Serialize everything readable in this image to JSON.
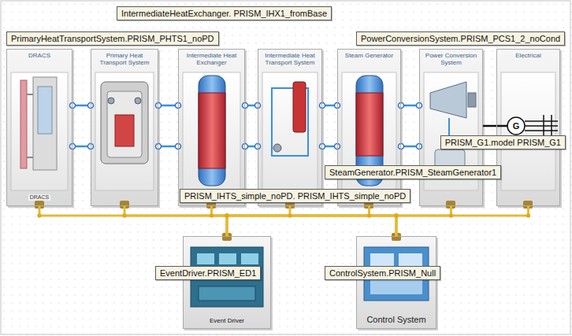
{
  "diagram": {
    "nodes": [
      {
        "text": [
          "IntermediateHeatExchanger. PRISM_IHX1_fromBase"
        ]
      },
      {
        "text": [
          "PrimaryHeatTransportSystem.PRISM_PHTS1_noPD"
        ]
      },
      {
        "text": [
          "PowerConversionSystem.PRISM_PCS1_2_noCond"
        ]
      },
      {
        "text": [
          "DRACS",
          "DRACS"
        ]
      },
      {
        "text": [
          "Primary Heat Transport System"
        ]
      },
      {
        "text": [
          "Intermediate Heat Exchanger"
        ]
      },
      {
        "text": [
          "Intermediate Heat Transport System",
          "Intermediate Heat"
        ]
      },
      {
        "text": [
          "Steam Generator"
        ]
      },
      {
        "text": [
          "Power Conversion System"
        ]
      },
      {
        "text": [
          "Electrical"
        ]
      },
      {
        "text": [
          "PRISM_G1.model PRISM_G1"
        ]
      },
      {
        "text": [
          "SteamGenerator.PRISM_SteamGenerator1"
        ]
      },
      {
        "text": [
          "PRISM_IHTS_simple_noPD. PRISM_IHTS_simple_noPD"
        ]
      },
      {
        "text": [
          "Event Driver"
        ]
      },
      {
        "text": [
          "EventDriver.PRISM_ED1"
        ]
      },
      {
        "text": [
          "Control System"
        ]
      },
      {
        "text": [
          "ControlSystem.PRISM_Null"
        ]
      }
    ],
    "edges": [
      {
        "from": 3,
        "to": 4,
        "arrow": "none"
      },
      {
        "from": 3,
        "to": 4,
        "arrow": "none"
      },
      {
        "from": 4,
        "to": 5,
        "arrow": "none"
      },
      {
        "from": 4,
        "to": 5,
        "arrow": "none"
      },
      {
        "from": 5,
        "to": 6,
        "arrow": "none"
      },
      {
        "from": 5,
        "to": 6,
        "arrow": "none"
      },
      {
        "from": 6,
        "to": 7,
        "arrow": "none"
      },
      {
        "from": 6,
        "to": 7,
        "arrow": "none"
      },
      {
        "from": 7,
        "to": 8,
        "arrow": "none"
      },
      {
        "from": 7,
        "to": 8,
        "arrow": "none"
      },
      {
        "from": 8,
        "to": 9,
        "arrow": "none"
      },
      {
        "from": 3,
        "to": 13,
        "arrow": "none"
      },
      {
        "from": 4,
        "to": 13,
        "arrow": "none"
      },
      {
        "from": 5,
        "to": 13,
        "arrow": "none"
      },
      {
        "from": 6,
        "to": 13,
        "arrow": "none"
      },
      {
        "from": 7,
        "to": 13,
        "arrow": "none"
      },
      {
        "from": 8,
        "to": 13,
        "arrow": "none"
      },
      {
        "from": 9,
        "to": 13,
        "arrow": "none"
      },
      {
        "from": 3,
        "to": 15,
        "arrow": "none"
      },
      {
        "from": 4,
        "to": 15,
        "arrow": "none"
      },
      {
        "from": 5,
        "to": 15,
        "arrow": "none"
      },
      {
        "from": 6,
        "to": 15,
        "arrow": "none"
      },
      {
        "from": 7,
        "to": 15,
        "arrow": "none"
      },
      {
        "from": 8,
        "to": 15,
        "arrow": "none"
      },
      {
        "from": 9,
        "to": 15,
        "arrow": "none"
      }
    ],
    "labels": [
      "G"
    ]
  }
}
